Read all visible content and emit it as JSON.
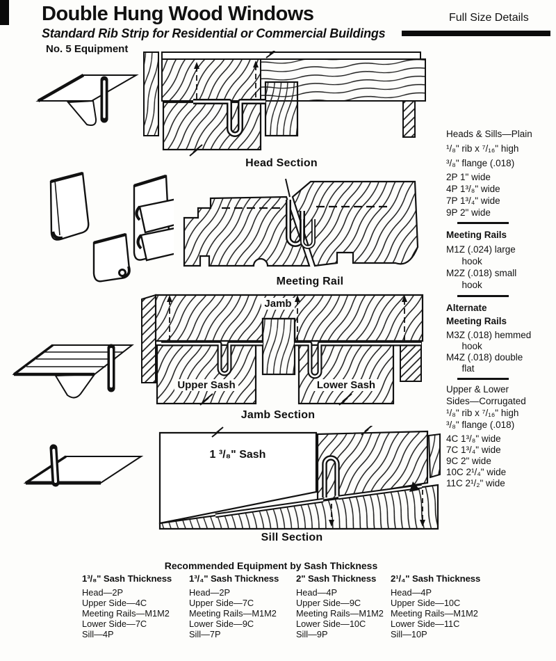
{
  "header": {
    "title": "Double Hung Wood Windows",
    "subtitle": "Standard Rib Strip for Residential or Commercial Buildings",
    "corner_note": "Full Size Details",
    "equipment_label": "No. 5 Equipment"
  },
  "captions": {
    "head": "Head Section",
    "meeting_rail": "Meeting Rail",
    "jamb": "Jamb Section",
    "sill": "Sill Section"
  },
  "diagram_labels": {
    "jamb": "Jamb",
    "upper_sash": "Upper Sash",
    "lower_sash": "Lower Sash",
    "sill_sash": "1 ³/₈\" Sash"
  },
  "sidebar": {
    "heads_sills": {
      "lines": [
        "Heads & Sills—Plain",
        "¹/₈\" rib x ⁷/₁₆\" high",
        "³/₈\" flange (.018)"
      ],
      "sizes": [
        "2P 1\" wide",
        "4P 1³/₈\" wide",
        "7P 1³/₄\" wide",
        "9P 2\" wide"
      ]
    },
    "meeting_rails": {
      "heading": "Meeting Rails",
      "lines": [
        "M1Z (.024) large",
        "      hook",
        "M2Z (.018) small",
        "      hook"
      ]
    },
    "alternate_meeting_rails": {
      "heading_lines": [
        "Alternate",
        "Meeting Rails"
      ],
      "lines": [
        "M3Z (.018) hemmed",
        "      hook",
        "M4Z (.018) double",
        "      flat"
      ]
    },
    "upper_lower_sides": {
      "lines": [
        "Upper & Lower",
        "Sides—Corrugated",
        "¹/₈\" rib x ⁷/₁₆\" high",
        "³/₈\" flange (.018)"
      ],
      "sizes": [
        "4C 1³/₈\" wide",
        "7C 1³/₄\" wide",
        "9C 2\" wide",
        "10C 2¹/₄\" wide",
        "11C 2¹/₂\" wide"
      ]
    }
  },
  "recommendations": {
    "title": "Recommended Equipment by Sash Thickness",
    "columns": [
      {
        "heading": "1³/₈\" Sash Thickness",
        "items": [
          "Head—2P",
          "Upper Side—4C",
          "Meeting Rails—M1M2",
          "Lower Side—7C",
          "Sill—4P"
        ]
      },
      {
        "heading": "1³/₄\" Sash Thickness",
        "items": [
          "Head—2P",
          "Upper Side—7C",
          "Meeting Rails—M1M2",
          "Lower Side—9C",
          "Sill—7P"
        ]
      },
      {
        "heading": "2\" Sash Thickness",
        "items": [
          "Head—4P",
          "Upper Side—9C",
          "Meeting Rails—M1M2",
          "Lower Side—10C",
          "Sill—9P"
        ]
      },
      {
        "heading": "2¹/₄\" Sash Thickness",
        "items": [
          "Head—4P",
          "Upper Side—10C",
          "Meeting Rails—M1M2",
          "Lower Side—11C",
          "Sill—10P"
        ]
      }
    ]
  },
  "colors": {
    "ink": "#111111",
    "paper": "#fdfdfb"
  }
}
